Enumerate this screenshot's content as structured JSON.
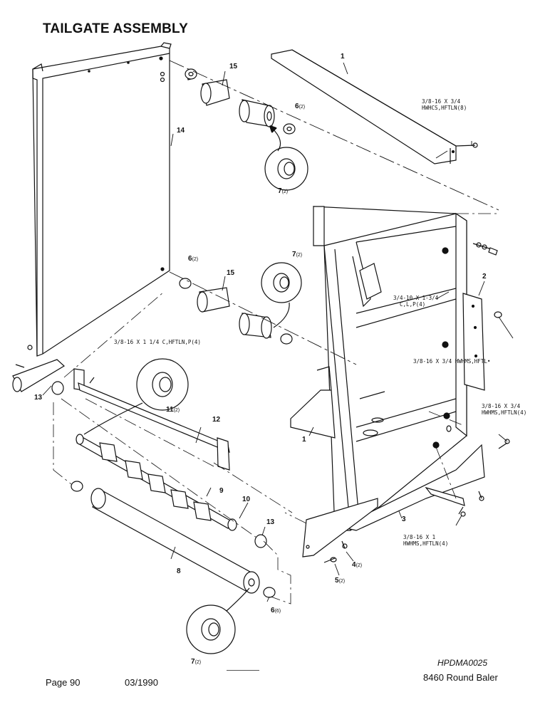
{
  "title": "TAILGATE ASSEMBLY",
  "callouts": [
    {
      "id": "c1a",
      "num": "1",
      "sub": ""
    },
    {
      "id": "c1b",
      "num": "1",
      "sub": ""
    },
    {
      "id": "c2",
      "num": "2",
      "sub": ""
    },
    {
      "id": "c3",
      "num": "3",
      "sub": ""
    },
    {
      "id": "c4",
      "num": "4",
      "sub": "(2)"
    },
    {
      "id": "c5",
      "num": "5",
      "sub": "(2)"
    },
    {
      "id": "c6a",
      "num": "6",
      "sub": "(2)"
    },
    {
      "id": "c6b",
      "num": "6",
      "sub": "(2)"
    },
    {
      "id": "c6c",
      "num": "6",
      "sub": "(6)"
    },
    {
      "id": "c7a",
      "num": "7",
      "sub": "(2)"
    },
    {
      "id": "c7b",
      "num": "7",
      "sub": "(2)"
    },
    {
      "id": "c7c",
      "num": "7",
      "sub": "(2)"
    },
    {
      "id": "c8",
      "num": "8",
      "sub": ""
    },
    {
      "id": "c9",
      "num": "9",
      "sub": ""
    },
    {
      "id": "c10",
      "num": "10",
      "sub": ""
    },
    {
      "id": "c11",
      "num": "11",
      "sub": "(2)"
    },
    {
      "id": "c12",
      "num": "12",
      "sub": ""
    },
    {
      "id": "c13a",
      "num": "13",
      "sub": ""
    },
    {
      "id": "c13b",
      "num": "13",
      "sub": ""
    },
    {
      "id": "c14",
      "num": "14",
      "sub": ""
    },
    {
      "id": "c15a",
      "num": "15",
      "sub": ""
    },
    {
      "id": "c15b",
      "num": "15",
      "sub": ""
    }
  ],
  "specs": {
    "top_right": "3/8-16 X 3/4\nHWHCS,HFTLN(8)",
    "mid_right": "3/4-10 X 1-3/4\n  C,L,P(4)",
    "left_mid": "3/8-16 X 1 1/4 C,HFTLN,P(4)",
    "right_hwhms": "3/8-16 X 3/4 HWHMS,HFTL•",
    "right_lower": "3/8-16 X 3/4\nHWHMS,HFTLN(4)",
    "bottom_right": "3/8-16 X 1\nHWHMS,HFTLN(4)"
  },
  "footer": {
    "page": "Page 90",
    "date": "03/1990",
    "drawing_number": "HPDMA0025",
    "model": "8460 Round Baler"
  }
}
